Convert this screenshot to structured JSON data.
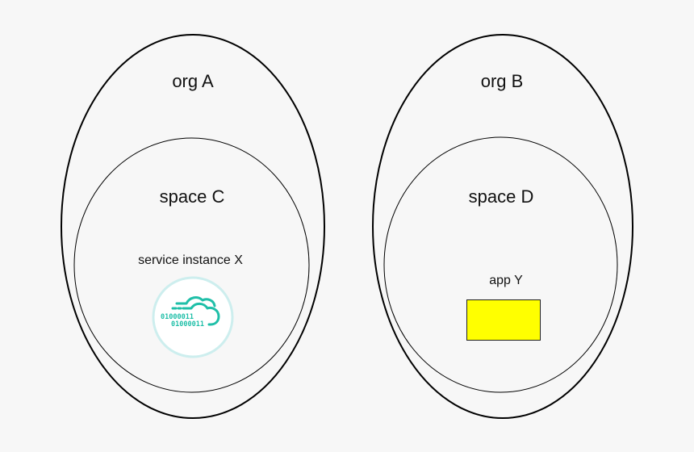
{
  "diagram": {
    "orgs": [
      {
        "label": "org A",
        "space": {
          "label": "space C",
          "contents": {
            "type": "service-instance",
            "label": "service instance X",
            "icon": "cloud-binary-icon",
            "icon_binary_text": [
              "01000011",
              "01000011"
            ],
            "icon_color": "#1fbfa8",
            "icon_ring_color": "#cdeeee"
          }
        }
      },
      {
        "label": "org B",
        "space": {
          "label": "space D",
          "contents": {
            "type": "app",
            "label": "app Y",
            "box_color": "#ffff00"
          }
        }
      }
    ],
    "colors": {
      "background": "#f7f7f7",
      "stroke": "#000000"
    }
  }
}
